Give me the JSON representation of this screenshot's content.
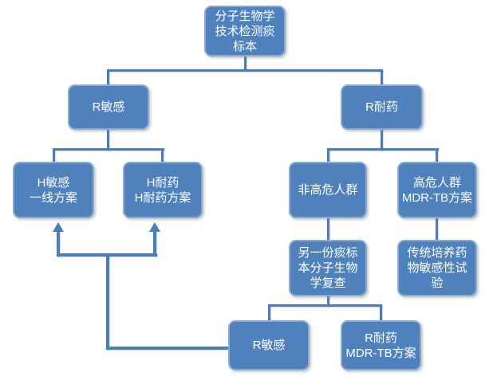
{
  "palette": {
    "box_fill": "#4f81bd",
    "box_border": "#8cabd3",
    "line_color": "#4a7ebb",
    "text_color": "#ffffff",
    "background": "#ffffff"
  },
  "chart_type": "flowchart",
  "nodes": {
    "root": {
      "text": "分子生物学\n技术检测痰\n标本"
    },
    "r_sensitive": {
      "text": "R敏感"
    },
    "r_resistant": {
      "text": "R耐药"
    },
    "h_sensitive": {
      "text": "H敏感\n一线方案"
    },
    "h_resistant": {
      "text": "H耐药\nH耐药方案"
    },
    "non_high_risk": {
      "text": "非高危人群"
    },
    "high_risk": {
      "text": "高危人群\nMDR-TB方案"
    },
    "recheck": {
      "text": "另一份痰标\n本分子生物\n学复查"
    },
    "culture_dst": {
      "text": "传统培养药\n物敏感性试\n验"
    },
    "recheck_r_sensitive": {
      "text": "R敏感"
    },
    "recheck_r_resistant": {
      "text": "R耐药\nMDR-TB方案"
    }
  },
  "edges": [
    {
      "from": "root",
      "to": "r_sensitive"
    },
    {
      "from": "root",
      "to": "r_resistant"
    },
    {
      "from": "r_sensitive",
      "to": "h_sensitive"
    },
    {
      "from": "r_sensitive",
      "to": "h_resistant"
    },
    {
      "from": "r_resistant",
      "to": "non_high_risk"
    },
    {
      "from": "r_resistant",
      "to": "high_risk"
    },
    {
      "from": "non_high_risk",
      "to": "recheck"
    },
    {
      "from": "high_risk",
      "to": "culture_dst"
    },
    {
      "from": "recheck",
      "to": "recheck_r_sensitive"
    },
    {
      "from": "recheck",
      "to": "recheck_r_resistant"
    },
    {
      "from": "recheck_r_sensitive",
      "to": "h_sensitive",
      "style": "feedback-arrow"
    },
    {
      "from": "recheck_r_sensitive",
      "to": "h_resistant",
      "style": "feedback-arrow"
    }
  ]
}
